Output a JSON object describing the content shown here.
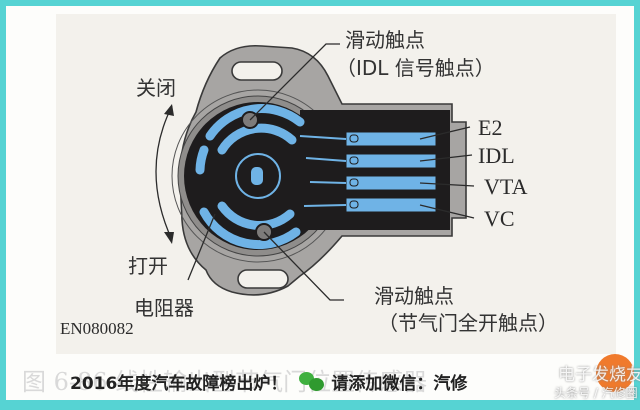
{
  "diagram": {
    "title_ghost": "图 6-86  线性输出型节气门位置传感器",
    "code": "EN080082",
    "labels": {
      "close": "关闭",
      "open": "打开",
      "resistor": "电阻器",
      "slider_top_line1": "滑动触点",
      "slider_top_line2": "（IDL 信号触点）",
      "slider_bottom_line1": "滑动触点",
      "slider_bottom_line2": "（节气门全开触点）"
    },
    "terminals": [
      "E2",
      "IDL",
      "VTA",
      "VC"
    ],
    "colors": {
      "housing": "#a7a5a3",
      "housing_dark": "#7c7a78",
      "interior": "#1e1c1d",
      "resistor_blue": "#6fb3e6",
      "frame": "#56d3d3"
    }
  },
  "banner": {
    "headline": "2016年度汽车故障榜出炉！",
    "wechat_icon": "wechat-icon",
    "cta": "请添加微信：汽修"
  },
  "watermark": {
    "line1": "电子发烧友",
    "line2": "头条号 / 汽修圈"
  }
}
